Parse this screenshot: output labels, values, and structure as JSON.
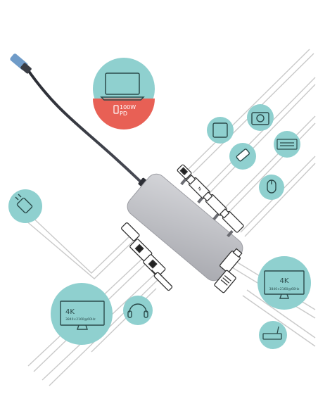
{
  "power": {
    "watts": "100W",
    "pd": "PD"
  },
  "monitor_left": {
    "res": "4K",
    "detail": "3840×2160@60Hz"
  },
  "monitor_right": {
    "res": "4K",
    "detail": "3840×2160@60Hz"
  },
  "icons": {
    "laptop": "laptop-icon",
    "tablet": "tablet-icon",
    "camera": "camera-icon",
    "usb_stick": "usb-stick-icon",
    "keyboard": "keyboard-icon",
    "mouse": "mouse-icon",
    "charger": "power-plug-icon",
    "monitor": "monitor-icon",
    "headset": "headset-icon",
    "router": "router-icon"
  },
  "colors": {
    "teal": "#8fd0cf",
    "coral": "#e86055",
    "hub": "#b8b9be",
    "cable": "#c8c8c8"
  }
}
